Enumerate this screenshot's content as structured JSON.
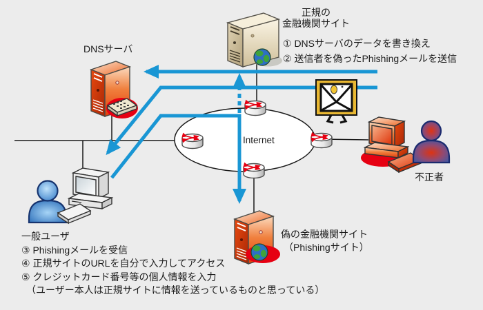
{
  "colors": {
    "background": "#ececec",
    "arrow_blue": "#1996d4",
    "alert_red": "#e60012",
    "server_orange": "#e8420e",
    "server_beige": "#f2ead8",
    "envelope_gold": "#e9b832"
  },
  "labels": {
    "dns_server": "DNSサーバ",
    "legit_site_line1": "正規の",
    "legit_site_line2": "金融機関サイト",
    "internet": "Internet",
    "fake_site_line1": "偽の金融機関サイト",
    "fake_site_line2": "（Phishingサイト）",
    "attacker": "不正者",
    "general_user": "一般ユーザ"
  },
  "attacker_steps": [
    "① DNSサーバのデータを書き換え",
    "② 送信者を偽ったPhishingメールを送信"
  ],
  "user_steps": [
    "③ Phishingメールを受信",
    "④ 正規サイトのURLを自分で入力してアクセス",
    "⑤ クレジットカード番号等の個人情報を入力"
  ],
  "user_steps_note": "（ユーザー本人は正規サイトに情報を送っているものと思っている）"
}
